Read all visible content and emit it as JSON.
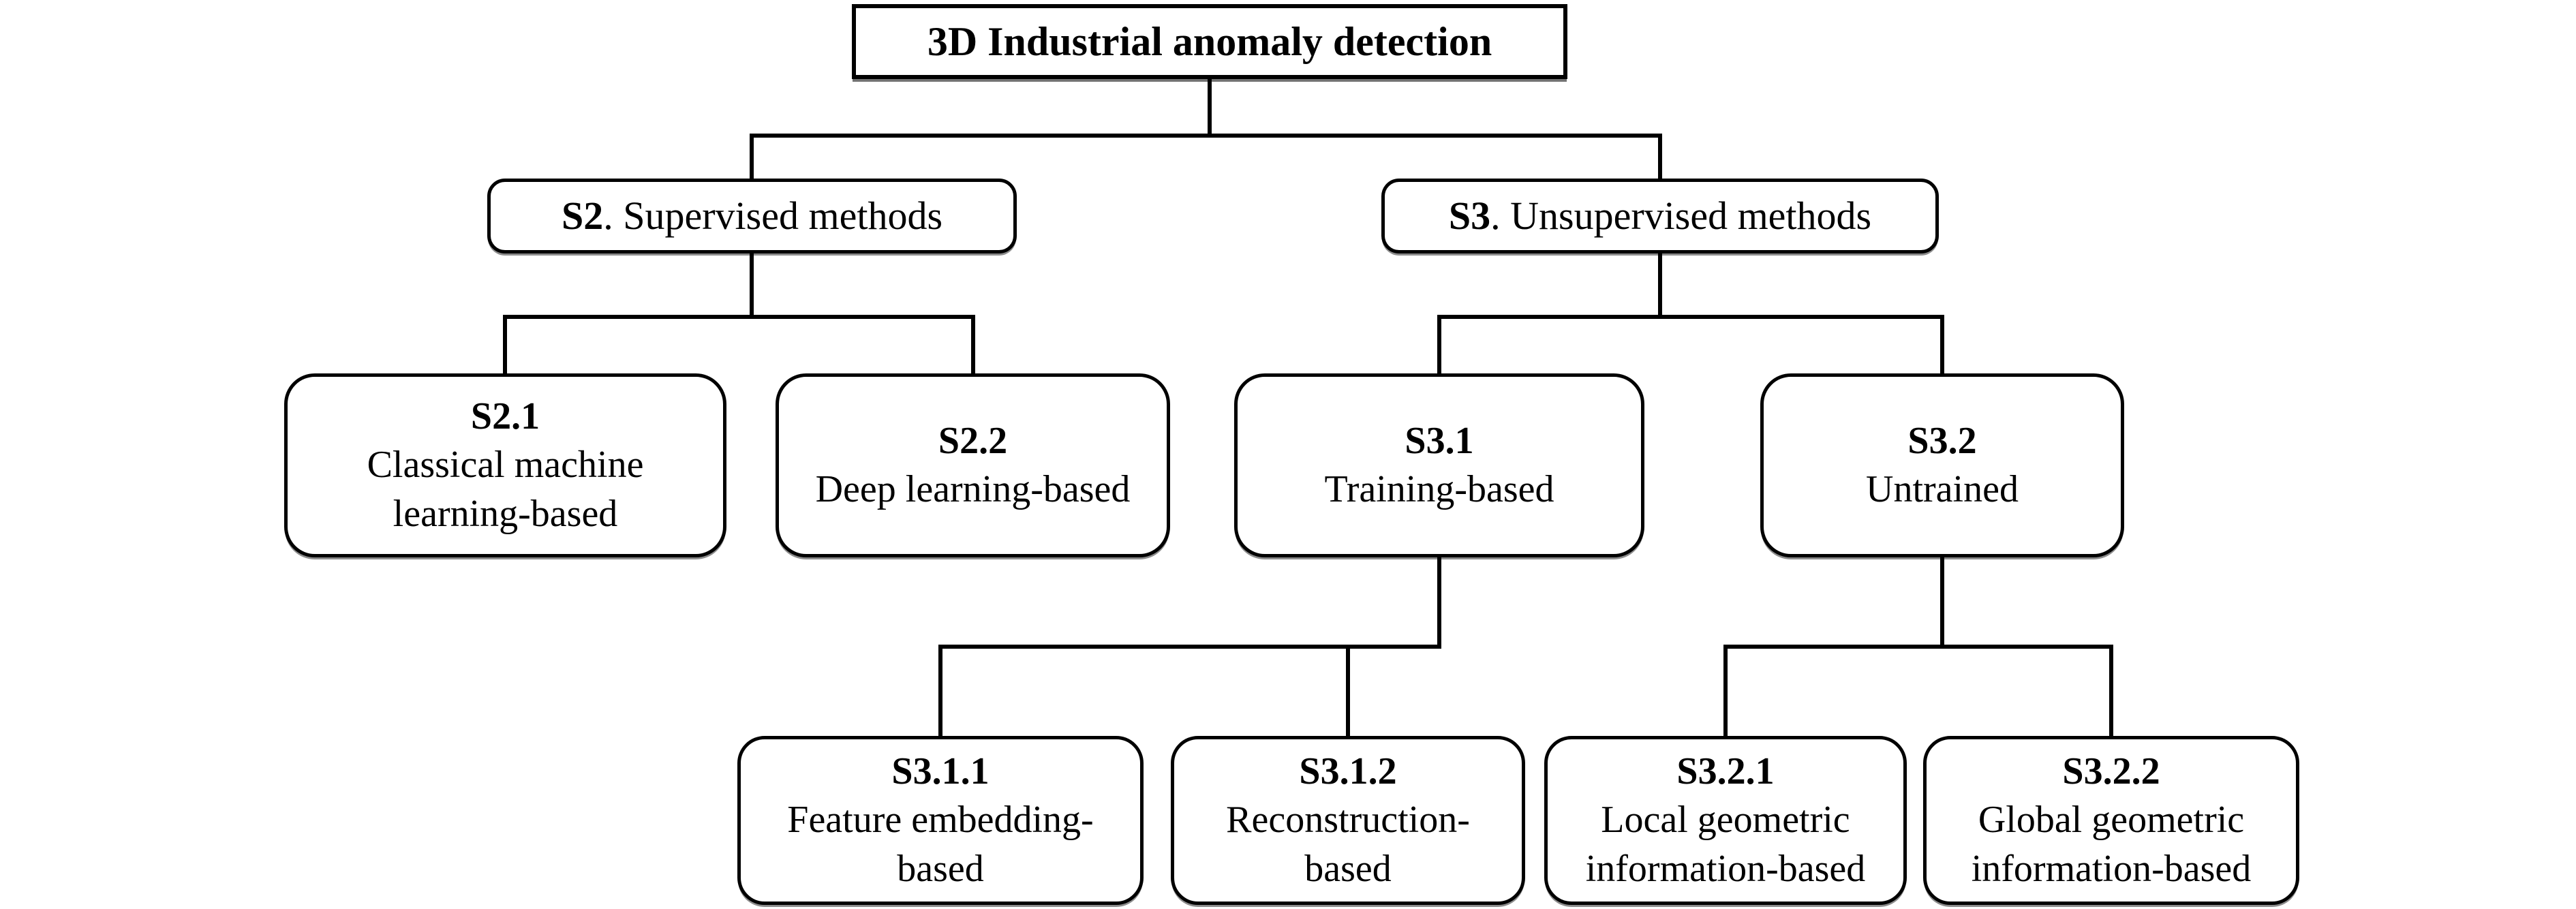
{
  "figure": {
    "colors": {
      "background": "#ffffff",
      "line": "#000000",
      "text": "#000000"
    }
  },
  "nodes": {
    "root": {
      "label": "3D Industrial anomaly detection"
    },
    "s2": {
      "code": "S2",
      "label": ". Supervised methods"
    },
    "s3": {
      "code": "S3",
      "label": ". Unsupervised methods"
    },
    "s2_1": {
      "code": "S2.1",
      "label": "Classical machine\nlearning-based"
    },
    "s2_2": {
      "code": "S2.2",
      "label": "Deep learning-based"
    },
    "s3_1": {
      "code": "S3.1",
      "label": "Training-based"
    },
    "s3_2": {
      "code": "S3.2",
      "label": "Untrained"
    },
    "s3_1_1": {
      "code": "S3.1.1",
      "label": "Feature embedding-\nbased"
    },
    "s3_1_2": {
      "code": "S3.1.2",
      "label": "Reconstruction-\nbased"
    },
    "s3_2_1": {
      "code": "S3.2.1",
      "label": "Local geometric\ninformation-based"
    },
    "s3_2_2": {
      "code": "S3.2.2",
      "label": "Global geometric\ninformation-based"
    }
  },
  "edges": [
    [
      "root",
      "s2"
    ],
    [
      "root",
      "s3"
    ],
    [
      "s2",
      "s2_1"
    ],
    [
      "s2",
      "s2_2"
    ],
    [
      "s3",
      "s3_1"
    ],
    [
      "s3",
      "s3_2"
    ],
    [
      "s3_1",
      "s3_1_1"
    ],
    [
      "s3_1",
      "s3_1_2"
    ],
    [
      "s3_2",
      "s3_2_1"
    ],
    [
      "s3_2",
      "s3_2_2"
    ]
  ]
}
